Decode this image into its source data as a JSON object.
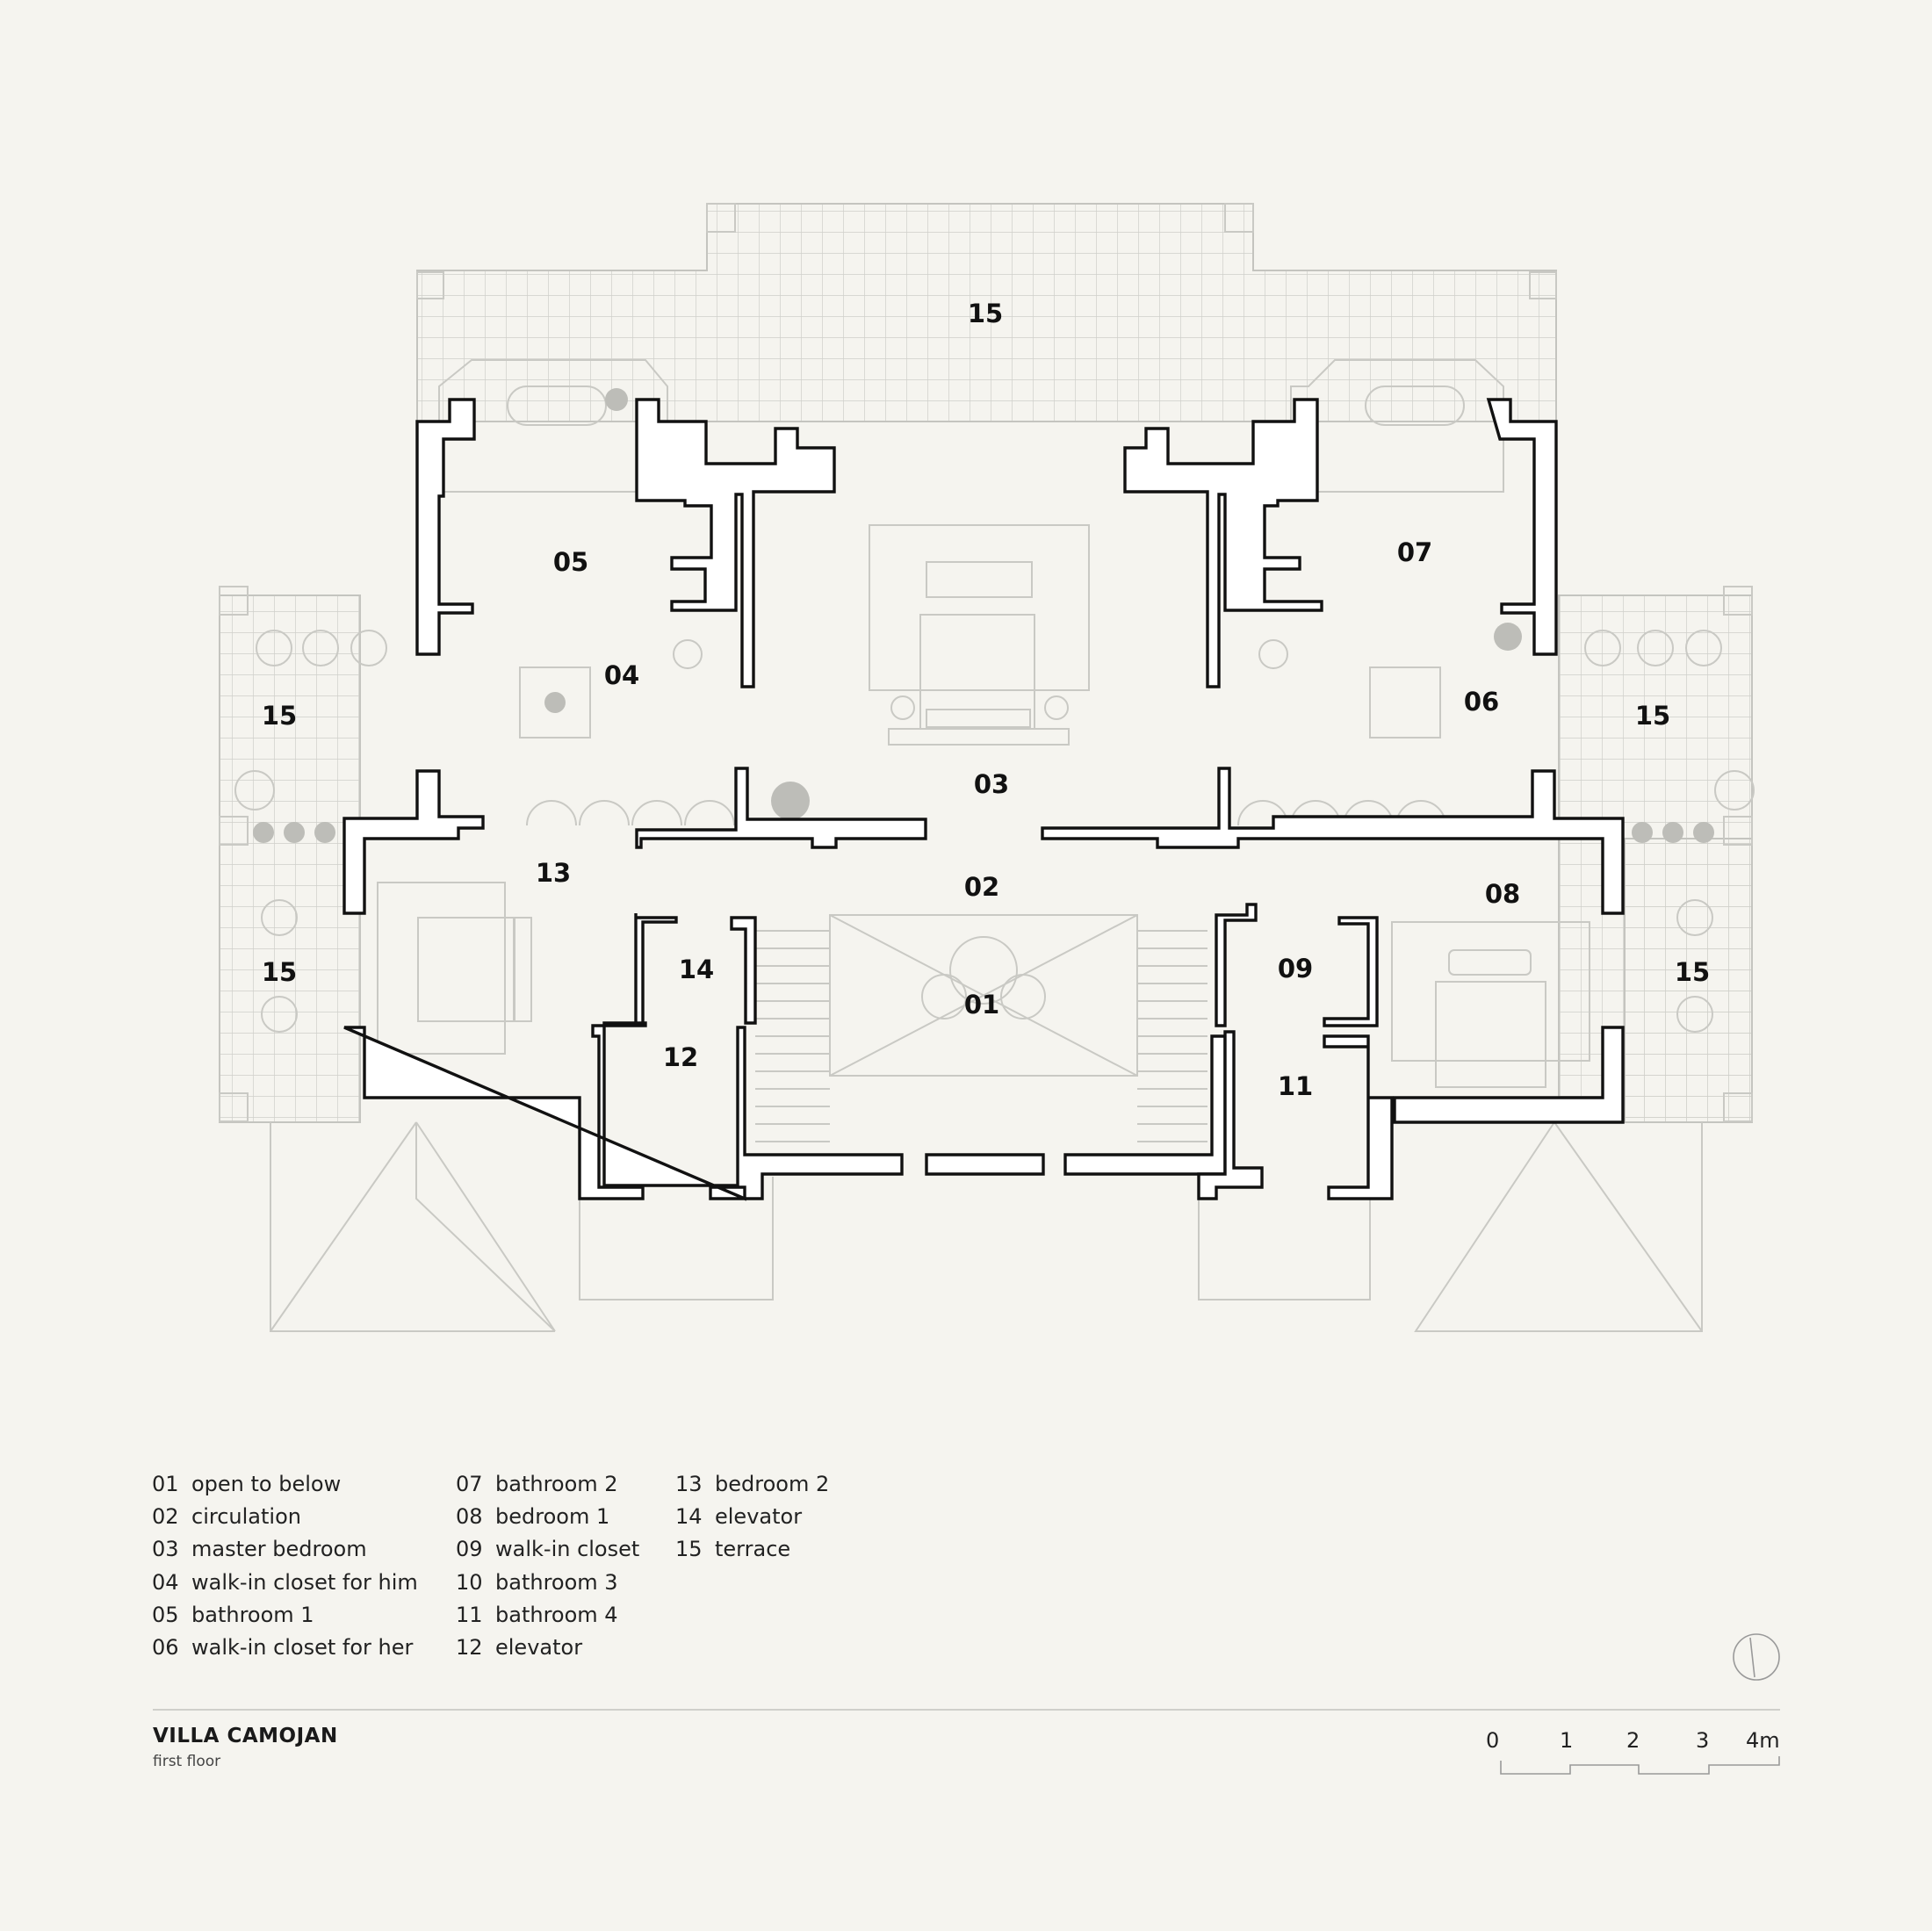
{
  "rooms": {
    "r01": "01",
    "r02": "02",
    "r03": "03",
    "r04": "04",
    "r05": "05",
    "r06": "06",
    "r07": "07",
    "r08": "08",
    "r09": "09",
    "r11": "11",
    "r12": "12",
    "r13": "13",
    "r14": "14",
    "r15": "15"
  },
  "legend": [
    {
      "num": "01",
      "label": "open to below"
    },
    {
      "num": "02",
      "label": "circulation"
    },
    {
      "num": "03",
      "label": "master bedroom"
    },
    {
      "num": "04",
      "label": "walk-in closet for him"
    },
    {
      "num": "05",
      "label": "bathroom 1"
    },
    {
      "num": "06",
      "label": "walk-in closet for her"
    },
    {
      "num": "07",
      "label": "bathroom 2"
    },
    {
      "num": "08",
      "label": "bedroom 1"
    },
    {
      "num": "09",
      "label": "walk-in closet"
    },
    {
      "num": "10",
      "label": "bathroom 3"
    },
    {
      "num": "11",
      "label": "bathroom 4"
    },
    {
      "num": "12",
      "label": "elevator"
    },
    {
      "num": "13",
      "label": "bedroom 2"
    },
    {
      "num": "14",
      "label": "elevator"
    },
    {
      "num": "15",
      "label": "terrace"
    }
  ],
  "title": "VILLA CAMOJAN",
  "subtitle": "first floor",
  "scale": [
    "0",
    "1",
    "2",
    "3",
    "4m"
  ],
  "colors": {
    "background": "#f5f4ef",
    "wall": "#111111",
    "thin_line": "#c9c9c4"
  }
}
